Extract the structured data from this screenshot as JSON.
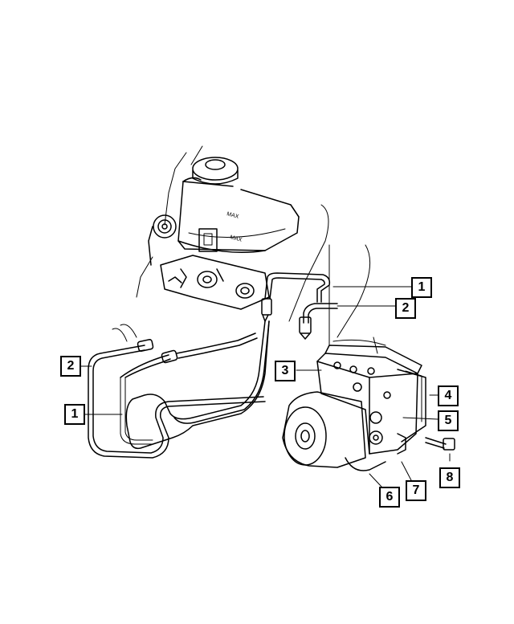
{
  "diagram": {
    "callouts": [
      {
        "label": "1"
      },
      {
        "label": "2"
      },
      {
        "label": "2"
      },
      {
        "label": "1"
      },
      {
        "label": "3"
      },
      {
        "label": "4"
      },
      {
        "label": "5"
      },
      {
        "label": "8"
      },
      {
        "label": "7"
      },
      {
        "label": "6"
      }
    ],
    "reservoir_marking": "MAX"
  }
}
